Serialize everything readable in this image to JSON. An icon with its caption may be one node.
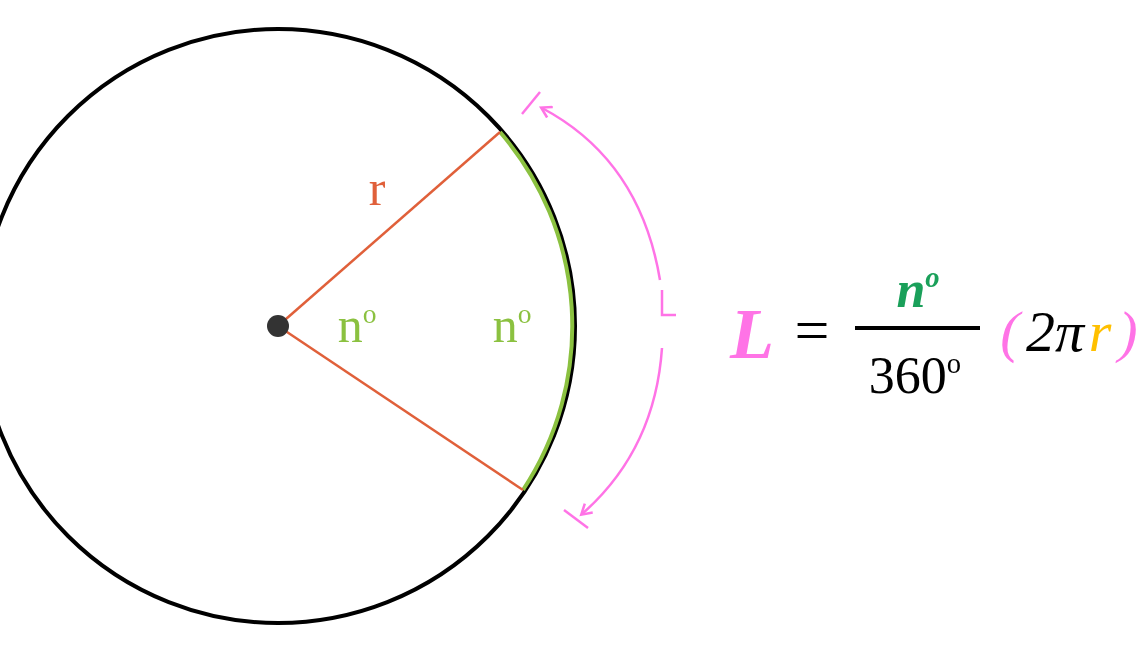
{
  "diagram": {
    "labels": [
      "r",
      "n$^{o}$",
      "n$^{o}$",
      "L",
      "=",
      "n$^{o}$",
      "360$^{o}$",
      "(",
      "2π",
      "r",
      ")"
    ]
  }
}
